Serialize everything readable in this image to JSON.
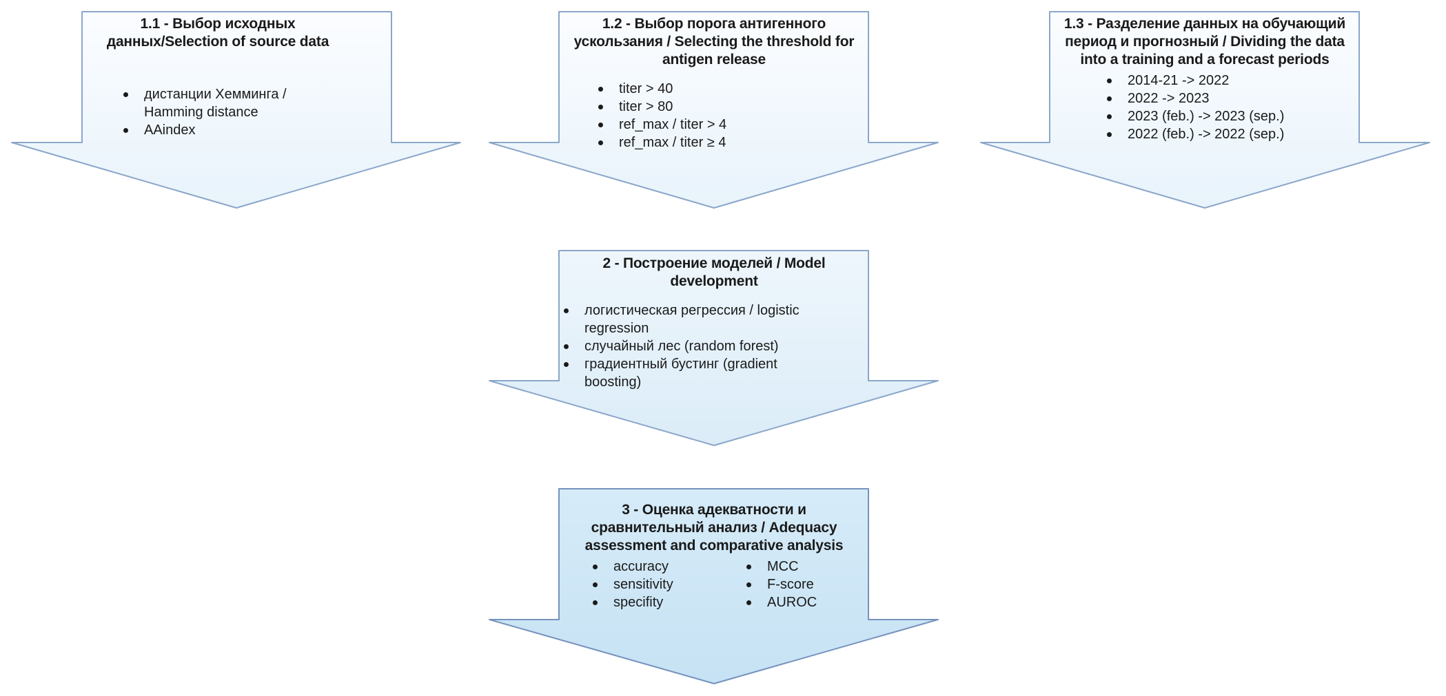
{
  "diagram": {
    "colors": {
      "border": "#7f9ec4",
      "fill_top_light": "#fbfdff",
      "fill_bottom_light": "#e8f3fb",
      "fill_top_blue": "#d6ebf8",
      "fill_bottom_blue": "#c6e2f4",
      "text": "#1a1a1a"
    },
    "steps": [
      {
        "id": "1.1",
        "title": "1.1 - Выбор исходных данных/Selection of source data",
        "items": [
          "дистанции Хемминга / Hamming distance",
          "AAindex"
        ]
      },
      {
        "id": "1.2",
        "title": "1.2 - Выбор порога антигенного ускользания / Selecting the threshold for antigen release",
        "items": [
          "titer > 40",
          "titer > 80",
          "ref_max / titer > 4",
          "ref_max / titer ≥ 4"
        ]
      },
      {
        "id": "1.3",
        "title": "1.3 - Разделение данных на обучающий период и прогнозный / Dividing the data into a training and a forecast periods",
        "items": [
          "2014-21 -> 2022",
          "2022 -> 2023",
          "2023 (feb.) -> 2023 (sep.)",
          "2022 (feb.) -> 2022 (sep.)"
        ]
      },
      {
        "id": "2",
        "title": "2 - Построение моделей / Model development",
        "items": [
          "логистическая регрессия / logistic regression",
          "случайный лес (random forest)",
          "градиентный бустинг (gradient boosting)"
        ]
      },
      {
        "id": "3",
        "title": "3 - Оценка адекватности и сравнительный анализ / Adequacy assessment and comparative analysis",
        "items_left": [
          "accuracy",
          "sensitivity",
          "specifity"
        ],
        "items_right": [
          "MCC",
          "F-score",
          "AUROC"
        ]
      }
    ]
  }
}
